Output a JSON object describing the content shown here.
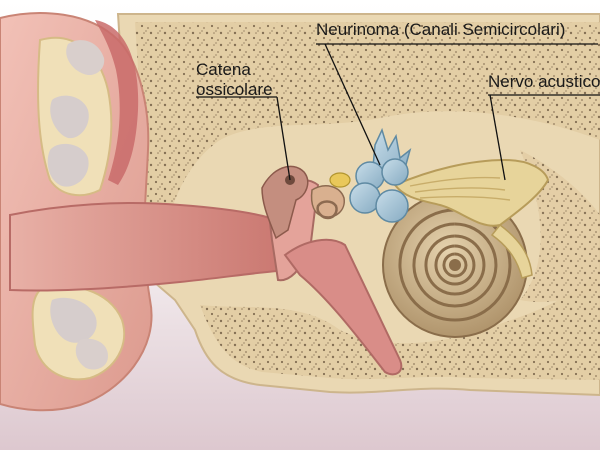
{
  "labels": {
    "catena_line1": "Catena",
    "catena_line2": "ossicolare",
    "neurinoma": "Neurinoma (Canali Semicircolari)",
    "nervo": "Nervo acustico"
  },
  "colors": {
    "background_bottom": "#ddc8cf",
    "bone": "#ead8b3",
    "bone_pores": "#7f6a4f",
    "skin": "#e6a99d",
    "canal": "#d98d88",
    "cartilage": "#d6c7c6",
    "cochlea": "#b9a07a",
    "neurinoma": "#9cbfd3",
    "nerve": "#e7d49a",
    "leader_line": "#111111"
  }
}
